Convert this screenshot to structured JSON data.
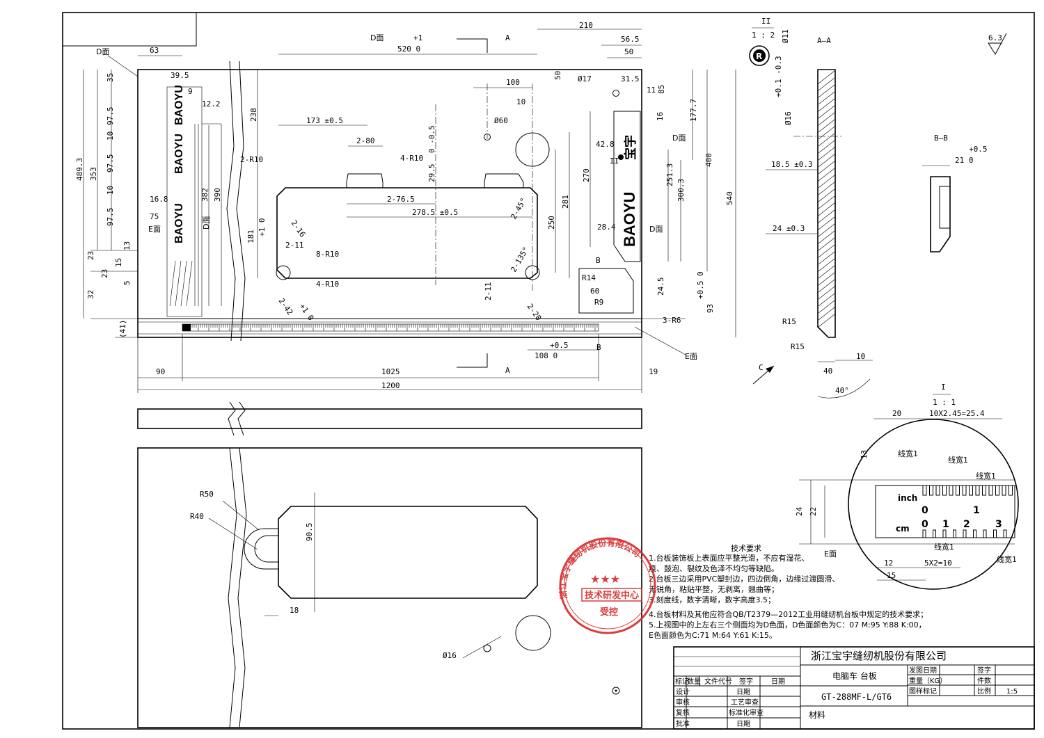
{
  "dims_main": {
    "d_face_top": "D面",
    "tol_plus1": "+1",
    "len520": "520  0",
    "sec_a": "A",
    "d210": "210",
    "d56_5": "56.5",
    "d50_top": "50",
    "d63": "63",
    "d_face_left": "D面",
    "d39_5": "39.5",
    "d9": "9",
    "d12_2": "12.2",
    "d35": "35",
    "d97_5a": "97.5",
    "d10a": "10",
    "d97_5b": "97.5",
    "d10b": "10",
    "d97_5c": "97.5",
    "d489_3": "489.3",
    "d353": "353",
    "d16_8": "16.8",
    "d75": "75",
    "e_face": "E面",
    "d_face_mid": "D面",
    "d382": "382",
    "d390": "390",
    "d238": "238",
    "d181": "181",
    "d181_tol": "+1  0",
    "d23a": "23",
    "d13": "13",
    "d15": "15",
    "d23b": "23",
    "d5": "5",
    "d32": "32",
    "d41": "(41)",
    "d173": "173 ±0.5",
    "d2_80": "2-80",
    "d4_r10a": "4-R10",
    "d29_5": "29.5",
    "d29_5tol": "0  -0.5",
    "d2_r10": "2-R10",
    "d2_76_5": "2-76.5",
    "d278_5": "278.5 ±0.5",
    "d2_16": "2-16",
    "d2_11a": "2-11",
    "d8_r10": "8-R10",
    "d4_r10b": "4-R10",
    "d2_42": "2-42",
    "d2_42tol": "+1  0",
    "d100": "100",
    "d10c": "10",
    "phi60": "Ø60",
    "phi17": "Ø17",
    "d31_5": "31.5",
    "d11": "11",
    "d85": "85",
    "d50_side": "50",
    "d2_45": "2-45°",
    "d250": "250",
    "d281": "281",
    "d2_135": "2-135°",
    "d2_11b": "2-11",
    "d2_20": "2-20",
    "d16": "16",
    "d177_7": "177.7",
    "d42_8": "42.8",
    "d_face_logo": "D面",
    "d270": "270",
    "d251_3": "251.3",
    "d400": "400",
    "d300_3": "300.3",
    "d540": "540",
    "d28_4": "28.4",
    "d_face_low": "D面",
    "sec_b_top": "B",
    "r14": "R14",
    "d60": "60",
    "r9": "R9",
    "d24_5": "24.5",
    "d93": "93",
    "d93tol": "+0.5  0",
    "d3_r6": "3-R6",
    "e_face_right": "E面",
    "d108": "108  0",
    "d108tol": "+0.5",
    "sec_b_bot": "B",
    "sec_a_bot": "A",
    "d90": "90",
    "d1025": "1025",
    "d19": "19",
    "d1200": "1200",
    "logo_text": "BAOYU",
    "logo_cn": "宝宇",
    "marker_ii": "II"
  },
  "detail_ii": {
    "label": "II",
    "scale": "1 : 2",
    "phi11": "Ø11",
    "reg": "R"
  },
  "section_aa": {
    "title": "A—A",
    "tol": "+0.1  -0.3",
    "phi16": "Ø16",
    "d18_5": "18.5 ±0.3",
    "d24": "24 ±0.3",
    "r15a": "R15",
    "r15b": "R15",
    "d40": "40",
    "d10": "10",
    "ang40": "40°",
    "view_c": "C"
  },
  "section_bb": {
    "title": "B—B",
    "d21": "21  0",
    "d21tol": "+0.5"
  },
  "surface": {
    "roughness": "6.3"
  },
  "bottom_view": {
    "r50": "R50",
    "r40": "R40",
    "d90_5": "90.5",
    "d18": "18",
    "phi16": "Ø16"
  },
  "detail_i": {
    "label": "I",
    "scale": "1 : 1",
    "d20": "20",
    "d10x": "10X2.45=25.4",
    "d13": "13",
    "line_w1": "线宽1",
    "line_w2": "线宽1",
    "line_w3": "线宽1",
    "line_w4": "线宽1",
    "line_w5": "线宽1",
    "d24": "24",
    "d22": "22",
    "inch": "inch",
    "cm": "cm",
    "n0": "0",
    "n1": "1",
    "c0": "0",
    "c1": "1",
    "c2": "2",
    "c3": "3",
    "e_face": "E面",
    "d12": "12",
    "d5x2": "5X2=10",
    "d15": "15"
  },
  "tech_req": {
    "title": "技术要求",
    "lines": [
      "1.台板装饰板上表面应平整光滑，不应有湿花、",
      "  痕、鼓泡、裂纹及色泽不均匀等缺陷。",
      "2.台板三边采用PVC塑封边，四边倒角，边缘过渡圆滑、",
      "  无锐角，粘贴平整，无剥离，翘曲等；",
      "3.刻度线，数字清晰，数字高度3.5；",
      "4.台板材料及其他应符合QB/T2379—2012工业用缝纫机台板中规定的技术要求；",
      "5.上视图中的上左右三个侧面均为D色面，D色面颜色为C：07 M:95 Y:88 K:00，",
      "E色面颜色为C:71 M:64 Y:61 K:15。"
    ]
  },
  "stamp": {
    "ring_text": "浙江宝宇缝纫机股份有限公司",
    "stars": "★★★",
    "center": "技术研发中心",
    "bottom": "受控"
  },
  "title_block": {
    "company": "浙江宝宇缝纫机股份有限公司",
    "part_name": "电脑车  台板",
    "part_no": "GT-288MF-L/GT6",
    "material": "材料",
    "h_mark": "标记",
    "h_count": "数量",
    "h_doc": "文件代号",
    "h_sign": "签字",
    "h_date": "日期",
    "r_design": "设计",
    "r_check": "审核",
    "r_review": "复核",
    "r_approve": "批准",
    "c_date1": "日期",
    "c_process": "工艺审查",
    "c_std": "标准化审查",
    "c_date2": "日期",
    "issue_date": "发图日期",
    "weight": "重量（KG）",
    "sample": "图样标记",
    "sign2": "签字",
    "pieces": "件数",
    "ratio": "比例",
    "ratio_val": "1:5"
  }
}
